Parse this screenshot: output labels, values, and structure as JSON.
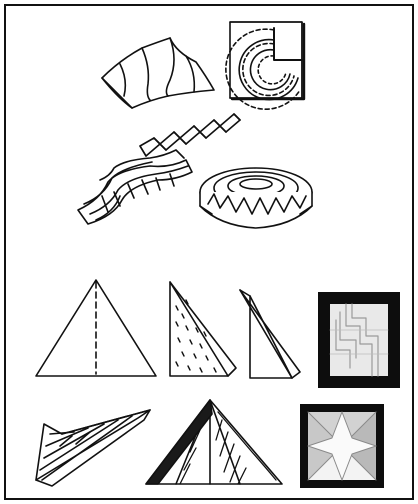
{
  "figure": {
    "panels": [
      "wavy-sheet-sketch",
      "spiral-fold-square-sketch",
      "pleated-strip-sketch",
      "wavy-pleats-sketch",
      "folded-ring-sketch",
      "triangle-with-dashed-crease",
      "triangle-folded-half-dotted",
      "narrow-folded-triangle",
      "folded-paper-relief-photo",
      "striped-folded-triangle",
      "decorated-pyramid-triangle",
      "star-fold-tile-photo"
    ],
    "colors": {
      "ink": "#111111",
      "paper": "#ffffff",
      "photo_bg": "#0d0d0d",
      "relief_light": "#e9e9e9",
      "relief_shadow": "#9a9a9a"
    }
  }
}
